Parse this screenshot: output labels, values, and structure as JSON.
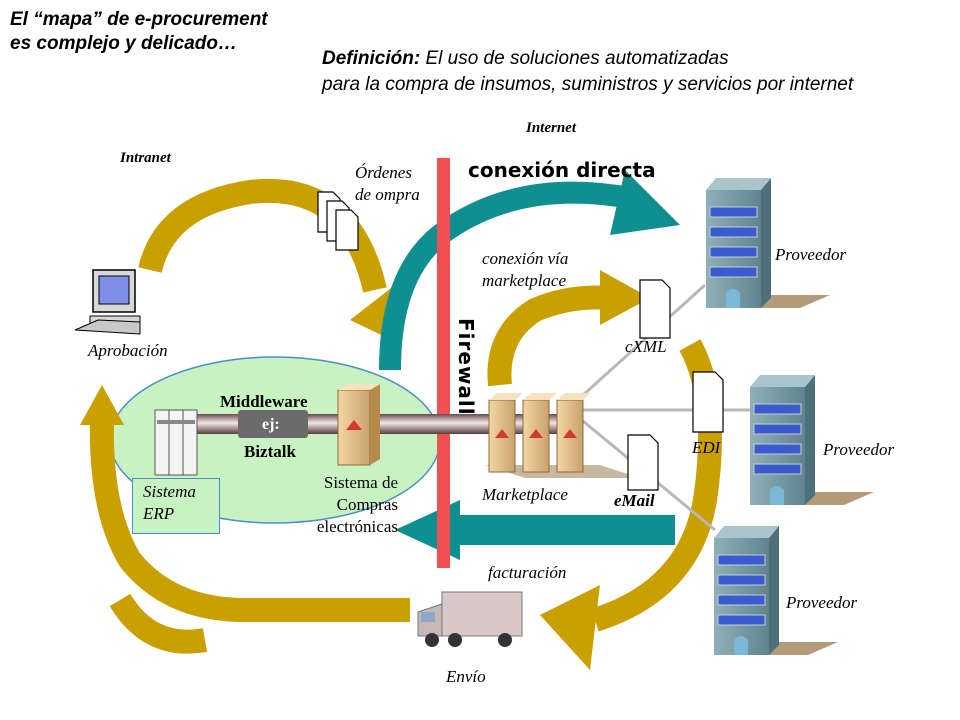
{
  "header": {
    "title_line1": "El “mapa” de e-procurement",
    "title_line2": "es complejo y delicado…",
    "definition_label": "Definición:",
    "definition_line1": "El uso de soluciones automatizadas",
    "definition_line2": "para la compra de insumos, suministros y servicios por internet"
  },
  "zones": {
    "internet": "Internet",
    "intranet": "Intranet",
    "firewall": "Firewall"
  },
  "labels": {
    "ordenes_line1": "Órdenes",
    "ordenes_line2": "de ompra",
    "conexion_directa": "conexión directa",
    "conexion_via_line1": "conexión vía",
    "conexion_via_line2": "marketplace",
    "aprobacion": "Aprobación",
    "middleware_line1": "Middleware",
    "middleware_line2": "ej:",
    "middleware_line3": "Biztalk",
    "sistema_erp_line1": "Sistema",
    "sistema_erp_line2": "ERP",
    "sistema_compras_line1": "Sistema de",
    "sistema_compras_line2": "Compras",
    "sistema_compras_line3": "electrónicas",
    "marketplace": "Marketplace",
    "cxml": "cXML",
    "edi": "EDI",
    "email": "eMail",
    "facturacion": "facturación",
    "envio": "Envío",
    "proveedor_1": "Proveedor",
    "proveedor_2": "Proveedor",
    "proveedor_3": "Proveedor"
  },
  "colors": {
    "arrow_gold": "#c9a000",
    "arrow_teal": "#0f8f8f",
    "firewall_red": "#f05050",
    "ellipse_fill": "#c9f2c2",
    "building": "#7a9ea8"
  }
}
